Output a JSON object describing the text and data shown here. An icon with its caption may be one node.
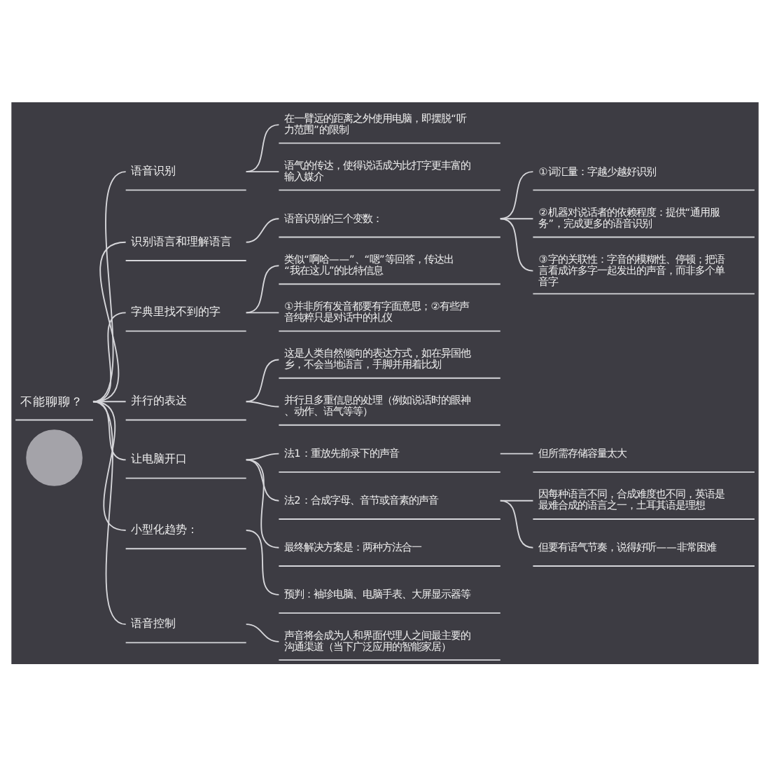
{
  "diagram": {
    "nodes": [
      {
        "text": [],
        "shape": "circle"
      },
      {
        "text": [
          "不能聊聊？"
        ]
      },
      {
        "text": [
          "语音识别"
        ]
      },
      {
        "text": [
          "在一臂远的距离之外使用电脑，即摆脱“听力范围”的限制"
        ]
      },
      {
        "text": [
          "语气的传达，使得说话成为比打字更丰富的输入媒介"
        ]
      },
      {
        "text": [
          "识别语言和理解语言"
        ]
      },
      {
        "text": [
          "语音识别的三个变数："
        ]
      },
      {
        "text": [
          "①词汇量：字越少越好识别"
        ]
      },
      {
        "text": [
          "②机器对说话者的依赖程度：提供“通用服务”，完成更多的语音识别"
        ]
      },
      {
        "text": [
          "③字的关联性：字音的模糊性、停顿；把语言看成许多字一起发出的声音，而非多个单音字"
        ]
      },
      {
        "text": [
          "字典里找不到的字"
        ]
      },
      {
        "text": [
          "类似“啊哈——”、“嗯”等回答，传达出“我在这儿”的比特信息"
        ]
      },
      {
        "text": [
          "①并非所有发音都要有字面意思；②有些声音纯粹只是对话中的礼仪"
        ]
      },
      {
        "text": [
          "并行的表达"
        ]
      },
      {
        "text": [
          "这是人类自然倾向的表达方式，如在异国他乡，不会当地语言，手脚并用着比划"
        ]
      },
      {
        "text": [
          "并行且多重信息的处理（例如说话时的眼神、动作、语气等等）"
        ]
      },
      {
        "text": [
          "让电脑开口"
        ]
      },
      {
        "text": [
          "法1：重放先前录下的声音"
        ]
      },
      {
        "text": [
          "但所需存储容量太大"
        ]
      },
      {
        "text": [
          "法2：合成字母、音节或音素的声音"
        ]
      },
      {
        "text": [
          "因每种语言不同，合成难度也不同，英语是最难合成的语言之一，土耳其语是理想"
        ]
      },
      {
        "text": [
          "但要有语气节奏，说得好听——非常困难"
        ]
      },
      {
        "text": [
          "最终解决方案是：两种方法合一"
        ]
      },
      {
        "text": [
          "小型化趋势："
        ]
      },
      {
        "text": [
          "预判：袖珍电脑、电脑手表、大屏显示器等"
        ]
      },
      {
        "text": [
          "语音控制"
        ]
      },
      {
        "text": [
          "声音将会成为人和界面代理人之间最主要的沟通渠道（当下广泛应用的智能家居）"
        ]
      }
    ],
    "edges": [
      {
        "from": 1,
        "to": 2,
        "arrow": "none"
      },
      {
        "from": 2,
        "to": 3,
        "arrow": "none"
      },
      {
        "from": 2,
        "to": 4,
        "arrow": "none"
      },
      {
        "from": 1,
        "to": 5,
        "arrow": "none"
      },
      {
        "from": 5,
        "to": 6,
        "arrow": "none"
      },
      {
        "from": 6,
        "to": 7,
        "arrow": "none"
      },
      {
        "from": 6,
        "to": 8,
        "arrow": "none"
      },
      {
        "from": 6,
        "to": 9,
        "arrow": "none"
      },
      {
        "from": 1,
        "to": 10,
        "arrow": "none"
      },
      {
        "from": 10,
        "to": 11,
        "arrow": "none"
      },
      {
        "from": 10,
        "to": 12,
        "arrow": "none"
      },
      {
        "from": 1,
        "to": 13,
        "arrow": "none"
      },
      {
        "from": 13,
        "to": 14,
        "arrow": "none"
      },
      {
        "from": 13,
        "to": 15,
        "arrow": "none"
      },
      {
        "from": 1,
        "to": 16,
        "arrow": "none"
      },
      {
        "from": 16,
        "to": 17,
        "arrow": "none"
      },
      {
        "from": 17,
        "to": 18,
        "arrow": "none"
      },
      {
        "from": 16,
        "to": 19,
        "arrow": "none"
      },
      {
        "from": 19,
        "to": 20,
        "arrow": "none"
      },
      {
        "from": 19,
        "to": 21,
        "arrow": "none"
      },
      {
        "from": 16,
        "to": 22,
        "arrow": "none"
      },
      {
        "from": 1,
        "to": 23,
        "arrow": "none"
      },
      {
        "from": 23,
        "to": 24,
        "arrow": "none"
      },
      {
        "from": 1,
        "to": 25,
        "arrow": "none"
      },
      {
        "from": 25,
        "to": 26,
        "arrow": "none"
      }
    ]
  }
}
